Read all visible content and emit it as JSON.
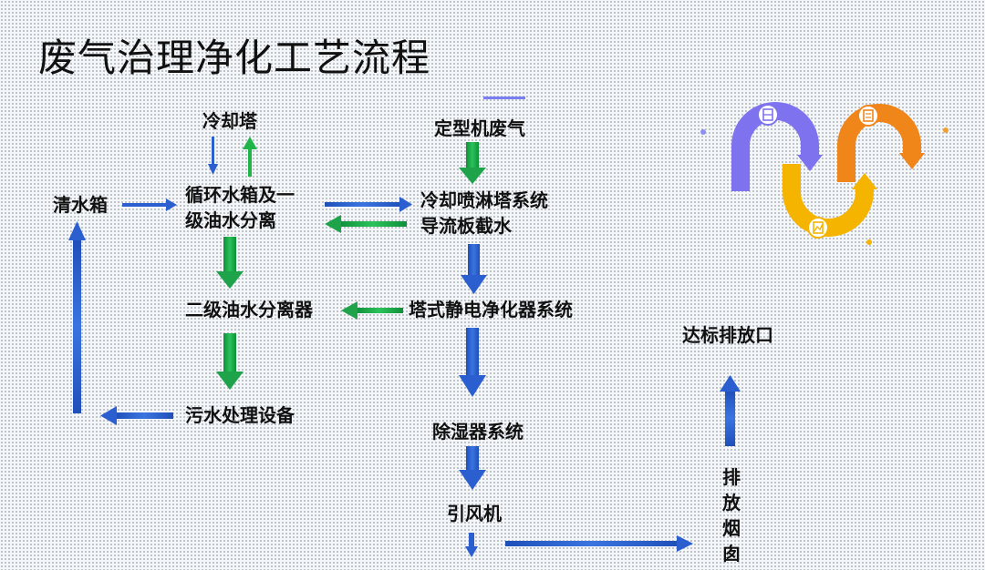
{
  "title": "废气治理净化工艺流程",
  "nodes": {
    "cooling_tower": "冷却塔",
    "clean_water_tank": "清水箱",
    "circulating_tank_line1": "循环水箱及一",
    "circulating_tank_line2": "级油水分离",
    "secondary_separator": "二级油水分离器",
    "sewage_equipment": "污水处理设备",
    "setting_machine_exhaust": "定型机废气",
    "spray_tower_line1": "冷却喷淋塔系统",
    "spray_tower_line2": "导流板截水",
    "electrostatic_purifier": "塔式静电净化器系统",
    "dehumidifier": "除湿器系统",
    "induced_fan": "引风机",
    "chimney": "排放烟囱",
    "discharge_outlet": "达标排放口"
  },
  "decoration": {
    "icons": [
      "diagram-icon",
      "document-icon",
      "chart-icon"
    ],
    "colors": {
      "purple": "#7f72ee",
      "yellow": "#f4b400",
      "orange": "#f0861a",
      "blue_arrow": "#2b5fd0",
      "green_arrow": "#18a23a"
    }
  }
}
